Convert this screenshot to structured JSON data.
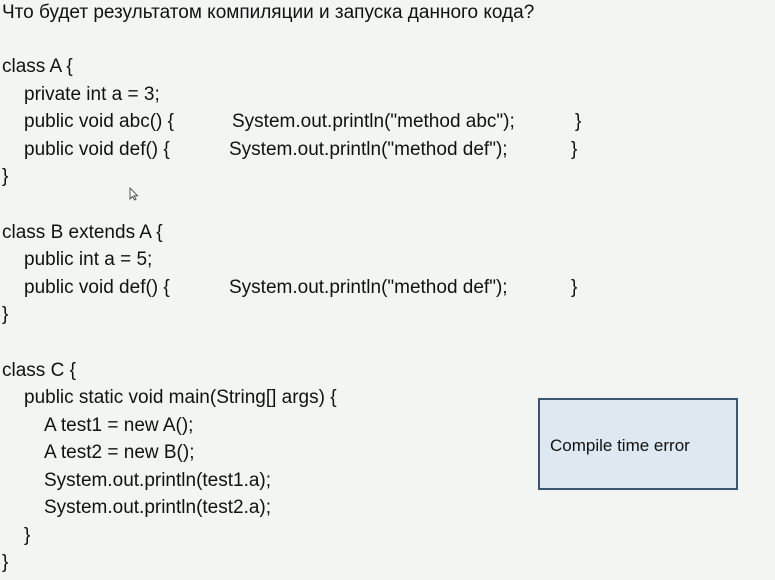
{
  "question": "Что будет результатом компиляции и запуска данного кода?",
  "code": {
    "class_a_header": "class A {",
    "class_a_field": "private int a = 3;",
    "class_a_abc_sig": "public void abc() {",
    "class_a_abc_body": "System.out.println(\"method abc\");",
    "class_a_abc_close": "}",
    "class_a_def_sig": "public void def() {",
    "class_a_def_body": "System.out.println(\"method def\");",
    "class_a_def_close": "}",
    "class_a_close": "}",
    "class_b_header": "class B extends A {",
    "class_b_field": "public int a = 5;",
    "class_b_def_sig": "public void def() {",
    "class_b_def_body": "System.out.println(\"method def\");",
    "class_b_def_close": "}",
    "class_b_close": "}",
    "class_c_header": "class C {",
    "class_c_main_sig": "public static void main(String[] args) {",
    "class_c_line1": "A test1 = new A();",
    "class_c_line2": "A test2 = new B();",
    "class_c_line3": "System.out.println(test1.a);",
    "class_c_line4": "System.out.println(test2.a);",
    "class_c_main_close": "}",
    "class_c_close": "}"
  },
  "answer": {
    "text": "Compile time error"
  }
}
